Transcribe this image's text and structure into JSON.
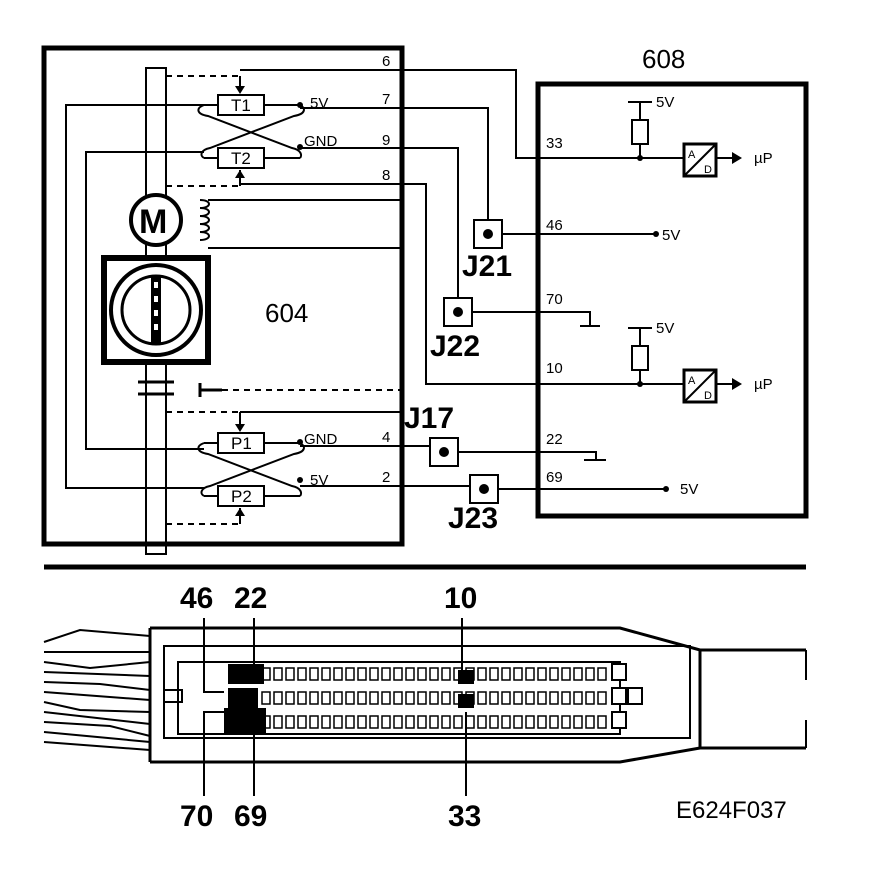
{
  "modules": {
    "throttle": "604",
    "ecu": "608"
  },
  "sensors": {
    "t1": "T1",
    "t2": "T2",
    "p1": "P1",
    "p2": "P2",
    "motor": "M"
  },
  "supply": {
    "t1": "5V",
    "t2": "GND",
    "p1": "GND",
    "p2": "5V"
  },
  "pins_604": [
    "6",
    "7",
    "9",
    "8",
    "4",
    "2"
  ],
  "pins_608": [
    "33",
    "46",
    "70",
    "10",
    "22",
    "69"
  ],
  "junctions": {
    "j21": "J21",
    "j22": "J22",
    "j17": "J17",
    "j23": "J23"
  },
  "ecu_labels": {
    "v5": "5V",
    "mu_p": "µP",
    "ad": "A/D"
  },
  "connector_pins": {
    "top": [
      "46",
      "22",
      "10"
    ],
    "bottom": [
      "70",
      "69",
      "33"
    ]
  },
  "figure_code": "E624F037"
}
